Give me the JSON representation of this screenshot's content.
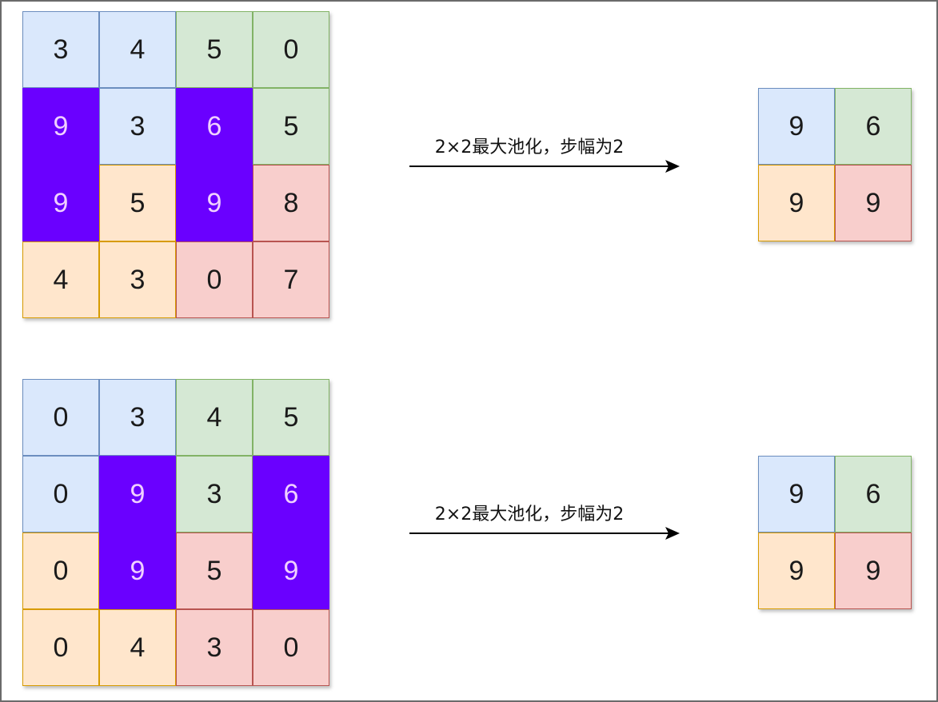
{
  "colors": {
    "blue": "#dae8fc",
    "green": "#d5e8d4",
    "orange": "#ffe6cc",
    "red": "#f8cecc",
    "purple": "#6a00ff",
    "purple_text": "#f0d0ff",
    "dark_text": "#1a1a1a",
    "blue_border": "#6c8ebf",
    "green_border": "#82b366",
    "orange_border": "#d79b00",
    "red_border": "#b85450"
  },
  "examples": [
    {
      "input": [
        [
          "3",
          "4",
          "5",
          "0"
        ],
        [
          "9",
          "3",
          "6",
          "5"
        ],
        [
          "9",
          "5",
          "9",
          "8"
        ],
        [
          "4",
          "3",
          "0",
          "7"
        ]
      ],
      "input_colors": [
        [
          "blue",
          "blue",
          "green",
          "green"
        ],
        [
          "purple",
          "blue",
          "purple",
          "green"
        ],
        [
          "purple",
          "orange",
          "purple",
          "red"
        ],
        [
          "orange",
          "orange",
          "red",
          "red"
        ]
      ],
      "label": "2×2最大池化，步幅为2",
      "output": [
        [
          "9",
          "6"
        ],
        [
          "9",
          "9"
        ]
      ],
      "output_colors": [
        [
          "blue",
          "green"
        ],
        [
          "orange",
          "red"
        ]
      ]
    },
    {
      "input": [
        [
          "0",
          "3",
          "4",
          "5"
        ],
        [
          "0",
          "9",
          "3",
          "6"
        ],
        [
          "0",
          "9",
          "5",
          "9"
        ],
        [
          "0",
          "4",
          "3",
          "0"
        ]
      ],
      "input_colors": [
        [
          "blue",
          "blue",
          "green",
          "green"
        ],
        [
          "blue",
          "purple",
          "green",
          "purple"
        ],
        [
          "orange",
          "purple",
          "red",
          "purple"
        ],
        [
          "orange",
          "orange",
          "red",
          "red"
        ]
      ],
      "label": "2×2最大池化，步幅为2",
      "output": [
        [
          "9",
          "6"
        ],
        [
          "9",
          "9"
        ]
      ],
      "output_colors": [
        [
          "blue",
          "green"
        ],
        [
          "orange",
          "red"
        ]
      ]
    }
  ]
}
